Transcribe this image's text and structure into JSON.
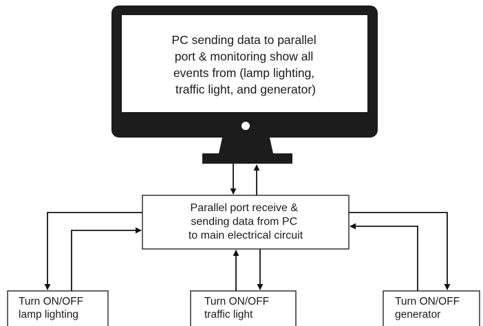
{
  "monitor": {
    "screen_lines": [
      "PC sending data to parallel",
      "port & monitoring show all",
      "events from (lamp lighting,",
      "traffic light, and generator)"
    ],
    "bezel_color": "#1c1c1c"
  },
  "parallel_port": {
    "lines": [
      "Parallel port receive &",
      "sending data from PC",
      "to main electrical circuit"
    ]
  },
  "devices": [
    {
      "id": "lamp",
      "lines": [
        "Turn ON/OFF",
        "lamp lighting"
      ]
    },
    {
      "id": "traffic",
      "lines": [
        "Turn ON/OFF",
        "traffic light"
      ]
    },
    {
      "id": "generator",
      "lines": [
        "Turn ON/OFF",
        "generator"
      ]
    }
  ],
  "colors": {
    "line": "#111111",
    "box_border": "#222222",
    "text": "#1a1a1a"
  }
}
